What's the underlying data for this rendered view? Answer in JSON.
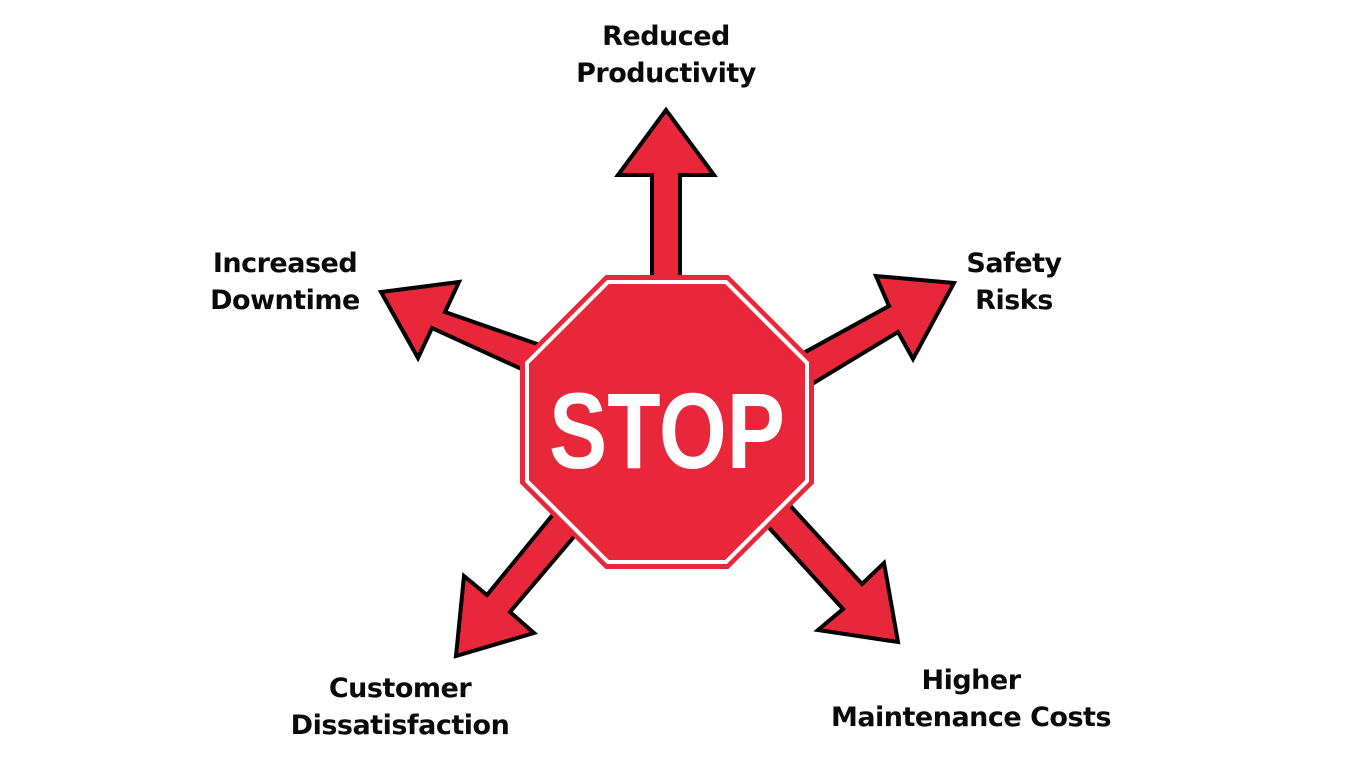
{
  "sign": {
    "text": "STOP",
    "fill_color": "#e8273a",
    "border_color": "#ffffff",
    "text_color": "#ffffff"
  },
  "arrow_style": {
    "fill_color": "#e8273a",
    "outline_color": "#000000"
  },
  "labels": {
    "top": {
      "line1": "Reduced",
      "line2": "Productivity"
    },
    "left": {
      "line1": "Increased",
      "line2": "Downtime"
    },
    "right": {
      "line1": "Safety",
      "line2": "Risks"
    },
    "bottom_left": {
      "line1": "Customer",
      "line2": "Dissatisfaction"
    },
    "bottom_right": {
      "line1": "Higher",
      "line2": "Maintenance Costs"
    }
  }
}
